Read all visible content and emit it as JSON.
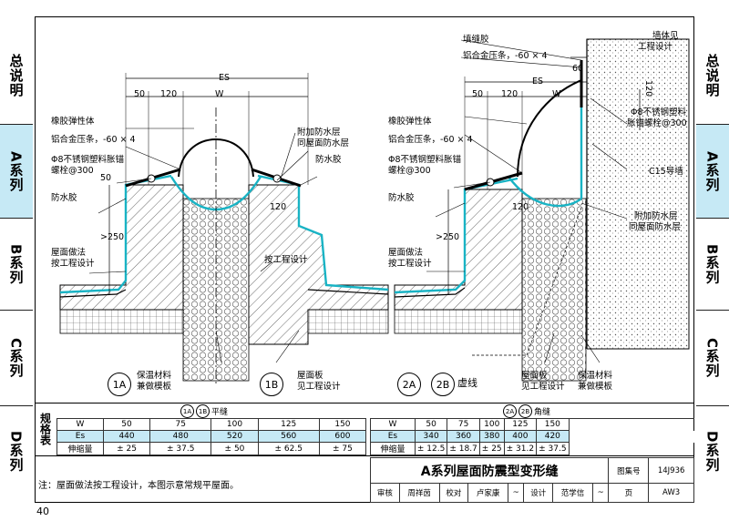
{
  "sidebar_left": [
    "总说明",
    "A系列",
    "B系列",
    "C系列",
    "D系列"
  ],
  "sidebar_right": [
    "总说明",
    "A系列",
    "B系列",
    "C系列",
    "D系列"
  ],
  "page_number": "40",
  "labels_left": {
    "es": "ES",
    "w": "W",
    "dim50": "50",
    "dim120": "120",
    "dim120b": "120",
    "dim50v": "50",
    "dim250": ">250",
    "rubber": "橡胶弹性体",
    "alu": "铝合金压条，-60 × 4",
    "anchor1": "Φ8不锈钢塑料胀锚",
    "anchor2": "螺栓@300",
    "sealant": "防水胶",
    "roof1": "屋面做法",
    "roof2": "按工程设计",
    "addl1": "附加防水层",
    "addl2": "同屋面防水层",
    "sealant2": "防水胶",
    "per_design": "按工程设计",
    "insul1": "保温材料",
    "insul2": "兼做模板",
    "slab1": "屋面板",
    "slab2": "见工程设计",
    "c1a": "1A",
    "c1b": "1B"
  },
  "labels_right": {
    "filler": "填缝胶",
    "alu_top": "铝合金压条，-60 × 4",
    "wall1": "墙体见",
    "wall2": "工程设计",
    "es": "ES",
    "w": "W",
    "dim60": "60",
    "dim120": "120",
    "dim50": "50",
    "dim120b": "120",
    "dim250": ">250",
    "rubber": "橡胶弹性体",
    "alu": "铝合金压条，-60 × 4",
    "anchor1": "Φ8不锈钢塑料胀锚",
    "anchor2": "螺栓@300",
    "anchor_r1": "Φ8不锈钢塑料",
    "anchor_r2": "胀锚螺栓@300",
    "c15": "C15导墙",
    "sealant": "防水胶",
    "addl1": "附加防水层",
    "addl2": "同屋面防水层",
    "roof1": "屋面做法",
    "roof2": "按工程设计",
    "slab1": "屋面板",
    "slab2": "见工程设计",
    "insul1": "保温材料",
    "insul2": "兼做模板",
    "c2a": "2A",
    "c2b": "2B",
    "dashed": "虚线"
  },
  "spec_table": {
    "side_label": "规格表",
    "left_title": "1A 1B 平缝",
    "right_title": "2A 2B 角缝",
    "left_title_circ1": "1A",
    "left_title_circ2": "1B",
    "left_title_text": "平缝",
    "right_title_circ1": "2A",
    "right_title_circ2": "2B",
    "right_title_text": "角缝",
    "row_labels": [
      "W",
      "Es",
      "伸缩量"
    ],
    "left": {
      "W": [
        "50",
        "75",
        "100",
        "125",
        "150"
      ],
      "Es": [
        "440",
        "480",
        "520",
        "560",
        "600"
      ],
      "movement": [
        "± 25",
        "± 37.5",
        "± 50",
        "± 62.5",
        "± 75"
      ]
    },
    "right": {
      "W": [
        "50",
        "75",
        "100",
        "125",
        "150"
      ],
      "Es": [
        "340",
        "360",
        "380",
        "400",
        "420"
      ],
      "movement": [
        "± 12.5",
        "± 18.7",
        "± 25",
        "± 31.2",
        "± 37.5"
      ]
    }
  },
  "note": "注：屋面做法按工程设计，本图示意常规平屋面。",
  "title_block": {
    "title": "A系列屋面防震型变形缝",
    "atlas_label": "图集号",
    "atlas_no": "14J936",
    "review": "审核",
    "reviewer": "周祥茵",
    "check": "校对",
    "checker": "卢家康",
    "design": "设计",
    "designer": "范学信",
    "page_label": "页",
    "page_no": "AW3"
  },
  "colors": {
    "accent": "#c6e9f5",
    "membrane": "#19b3c4"
  }
}
